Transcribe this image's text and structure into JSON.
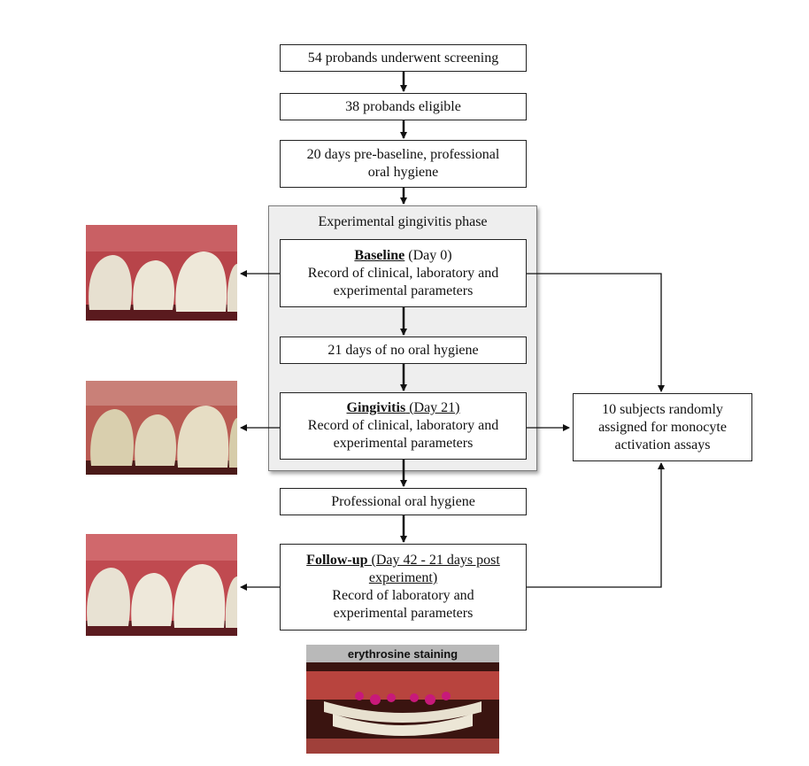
{
  "flow": {
    "screening": "54 probands underwent screening",
    "eligible": "38 probands eligible",
    "prebaseline": {
      "line1": "20 days pre-baseline, professional",
      "line2": "oral hygiene"
    },
    "phase_title": "Experimental gingivitis phase",
    "baseline": {
      "heading": "Baseline",
      "suffix": " (Day 0)",
      "line2": "Record of clinical, laboratory and",
      "line3": "experimental parameters"
    },
    "no_hygiene": "21 days of no oral hygiene",
    "gingivitis": {
      "heading": "Gingivitis",
      "suffix": " (Day 21)",
      "line2": "Record of clinical, laboratory and",
      "line3": "experimental parameters"
    },
    "prof_hygiene": "Professional oral hygiene",
    "followup": {
      "heading": "Follow-up",
      "suffix": " (Day 42 - 21 days post",
      "line2": "experiment)",
      "line3": "Record of laboratory and",
      "line4": "experimental parameters"
    },
    "monocyte": {
      "line1": "10 subjects randomly",
      "line2": "assigned for monocyte",
      "line3": "activation assays"
    }
  },
  "photos": {
    "staining_label": "erythrosine staining"
  },
  "colors": {
    "gingiva": "#c24a4e",
    "gingiva_dark": "#8e2a30",
    "tooth": "#e6dfcf",
    "stain": "#c8197a",
    "phase_bg": "#eeeeee",
    "label_bg": "#b9b9b9"
  }
}
